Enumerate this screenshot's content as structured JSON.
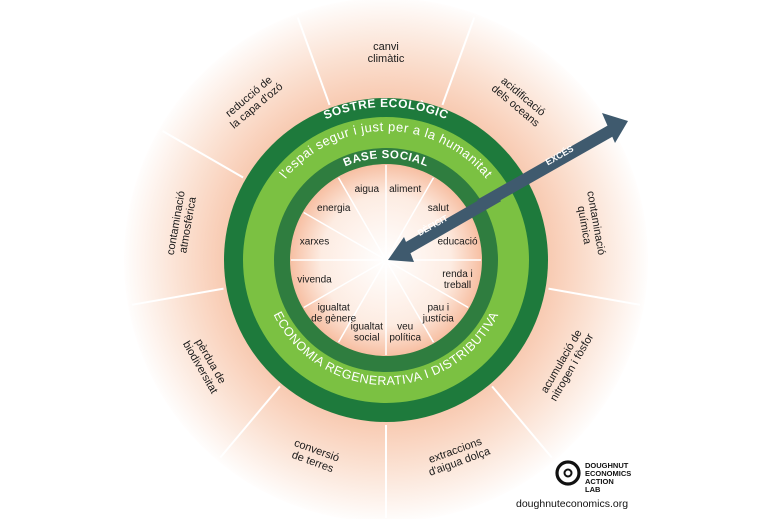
{
  "colors": {
    "ecological_ring": "#1e7a3c",
    "safe_space": "#7bc142",
    "social_ring": "#2f7d3f",
    "glow": "#f4a788",
    "arrow": "#3f5a6e"
  },
  "labels": {
    "ecological_ceiling": "SOSTRE ECOLÒGIC",
    "safe_space": "l'espai segur i just per a la humanitat",
    "social_foundation": "BASE SOCIAL",
    "regenerative": "ECONOMIA REGENERATIVA I DISTRIBUTIVA",
    "overshoot": "EXCÉS",
    "shortfall": "DÈFICIT"
  },
  "overshoot_items": [
    [
      "canvi",
      "climàtic"
    ],
    [
      "acidificació",
      "dels oceans"
    ],
    [
      "contaminació",
      "química"
    ],
    [
      "acumulació de",
      "nitrogen i fòsfor"
    ],
    [
      "extraccions",
      "d'aigua dolça"
    ],
    [
      "conversió",
      "de terres"
    ],
    [
      "pèrdua de",
      "biodiversitat"
    ],
    [
      "contaminació",
      "atmosfèrica"
    ],
    [
      "reducció de",
      "la capa d'ozó"
    ]
  ],
  "social_items": [
    [
      "aliment"
    ],
    [
      "salut"
    ],
    [
      "educació"
    ],
    [
      "renda i",
      "treball"
    ],
    [
      "pau i",
      "justícia"
    ],
    [
      "veu",
      "política"
    ],
    [
      "igualtat",
      "social"
    ],
    [
      "igualtat",
      "de gènere"
    ],
    [
      "vivenda"
    ],
    [
      "xarxes"
    ],
    [
      "energia"
    ],
    [
      "aigua"
    ]
  ],
  "logo": {
    "lines": [
      "DOUGHNUT",
      "ECONOMICS",
      "ACTION",
      "LAB"
    ],
    "url": "doughnuteconomics.org",
    "icon": "doughnut-logo-icon"
  }
}
